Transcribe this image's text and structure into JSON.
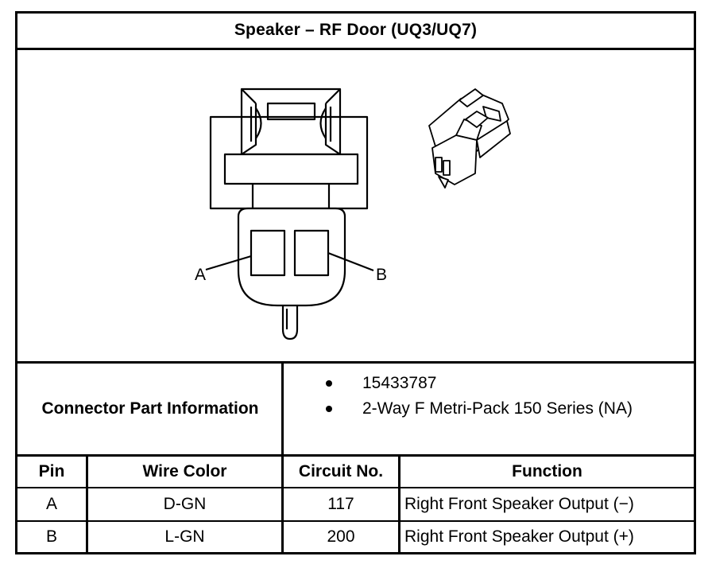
{
  "title": "Speaker – RF Door (UQ3/UQ7)",
  "diagram": {
    "pin_label_left": "A",
    "pin_label_right": "B",
    "colors": {
      "line": "#000000",
      "background": "#ffffff"
    }
  },
  "connector_info": {
    "label": "Connector Part Information",
    "items": [
      "15433787",
      "2-Way F Metri-Pack 150 Series (NA)"
    ]
  },
  "pin_table": {
    "headers": [
      "Pin",
      "Wire Color",
      "Circuit No.",
      "Function"
    ],
    "rows": [
      [
        "A",
        "D-GN",
        "117",
        "Right Front Speaker Output (−)"
      ],
      [
        "B",
        "L-GN",
        "200",
        "Right Front Speaker Output (+)"
      ]
    ]
  }
}
